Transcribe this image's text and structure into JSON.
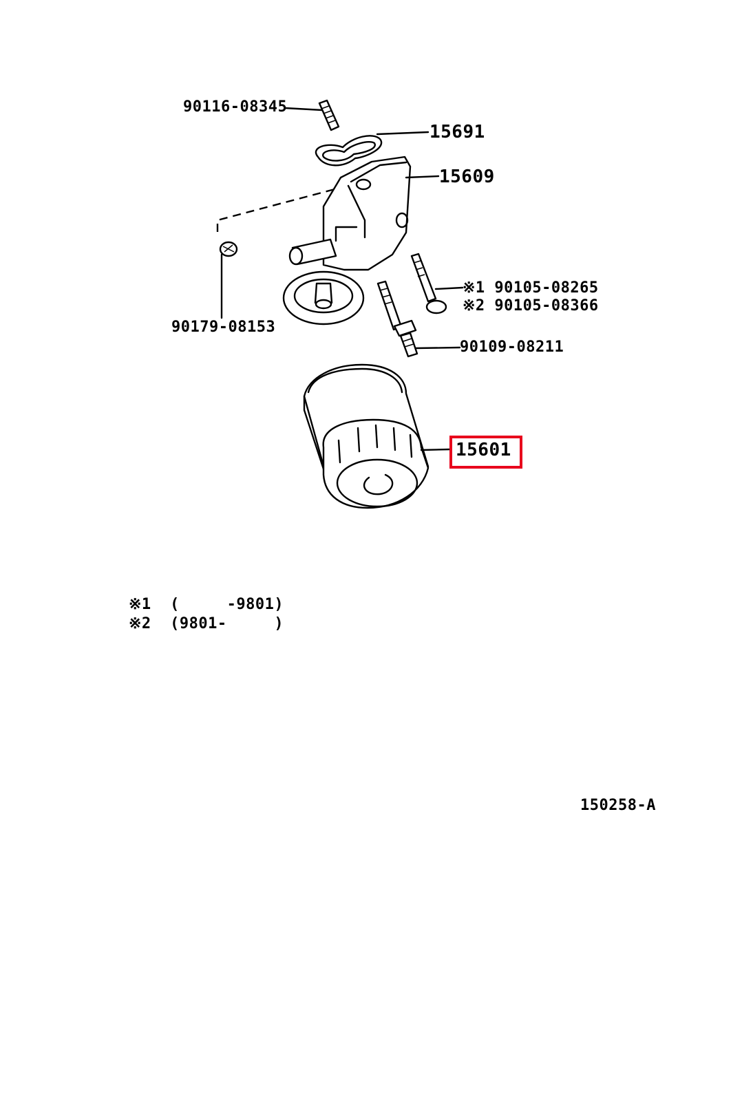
{
  "diagram": {
    "part_labels": {
      "stud_bolt": "90116-08345",
      "gasket": "15691",
      "bracket": "15609",
      "plug": "90179-08153",
      "bolt_1": "※1 90105-08265",
      "bolt_2": "※2 90105-08366",
      "bolt_3": "90109-08211",
      "oil_filter": "15601"
    },
    "notes": {
      "note_1": "※1  (     -9801)",
      "note_2": "※2  (9801-     )"
    },
    "figure_code": "150258-A",
    "highlight_color": "#e8001c"
  }
}
